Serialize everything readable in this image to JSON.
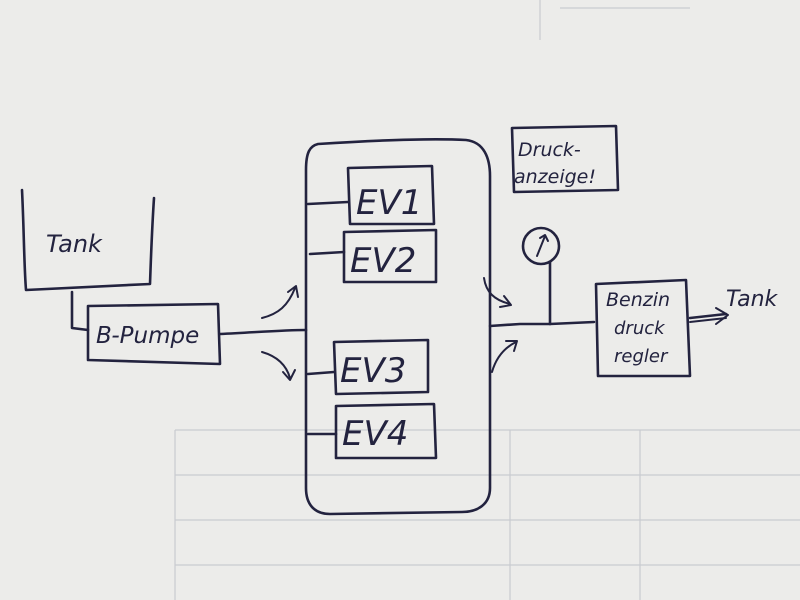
{
  "diagram": {
    "tank_left": "Tank",
    "pump": "B-Pumpe",
    "valves": [
      "EV1",
      "EV2",
      "EV3",
      "EV4"
    ],
    "pressure_display_line1": "Druck-",
    "pressure_display_line2": "anzeige!",
    "regulator_line1": "Benzin",
    "regulator_line2": "druck",
    "regulator_line3": "regler",
    "tank_right": "Tank"
  }
}
